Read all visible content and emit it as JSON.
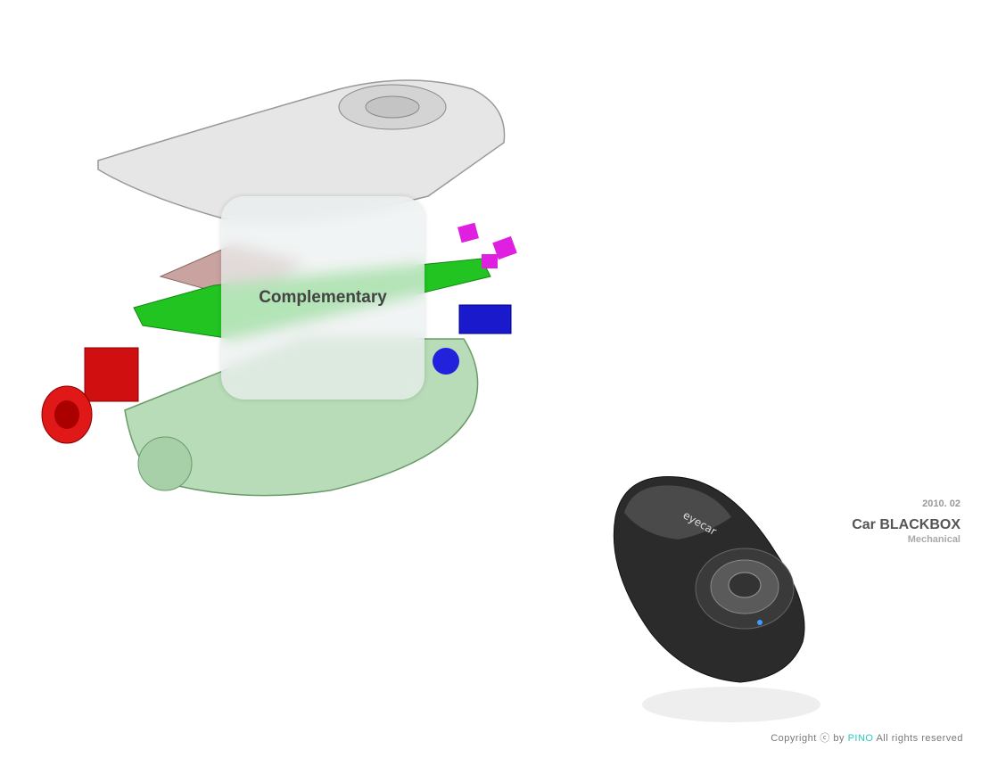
{
  "overlay": {
    "label": "Complementary"
  },
  "info": {
    "date": "2010. 02",
    "title": "Car BLACKBOX",
    "category": "Mechanical"
  },
  "footer": {
    "prefix": "Copyright  ⓒ by",
    "brand": "PINO",
    "suffix": "All rights reserved"
  },
  "colors": {
    "brand": "#2cc9c0"
  }
}
